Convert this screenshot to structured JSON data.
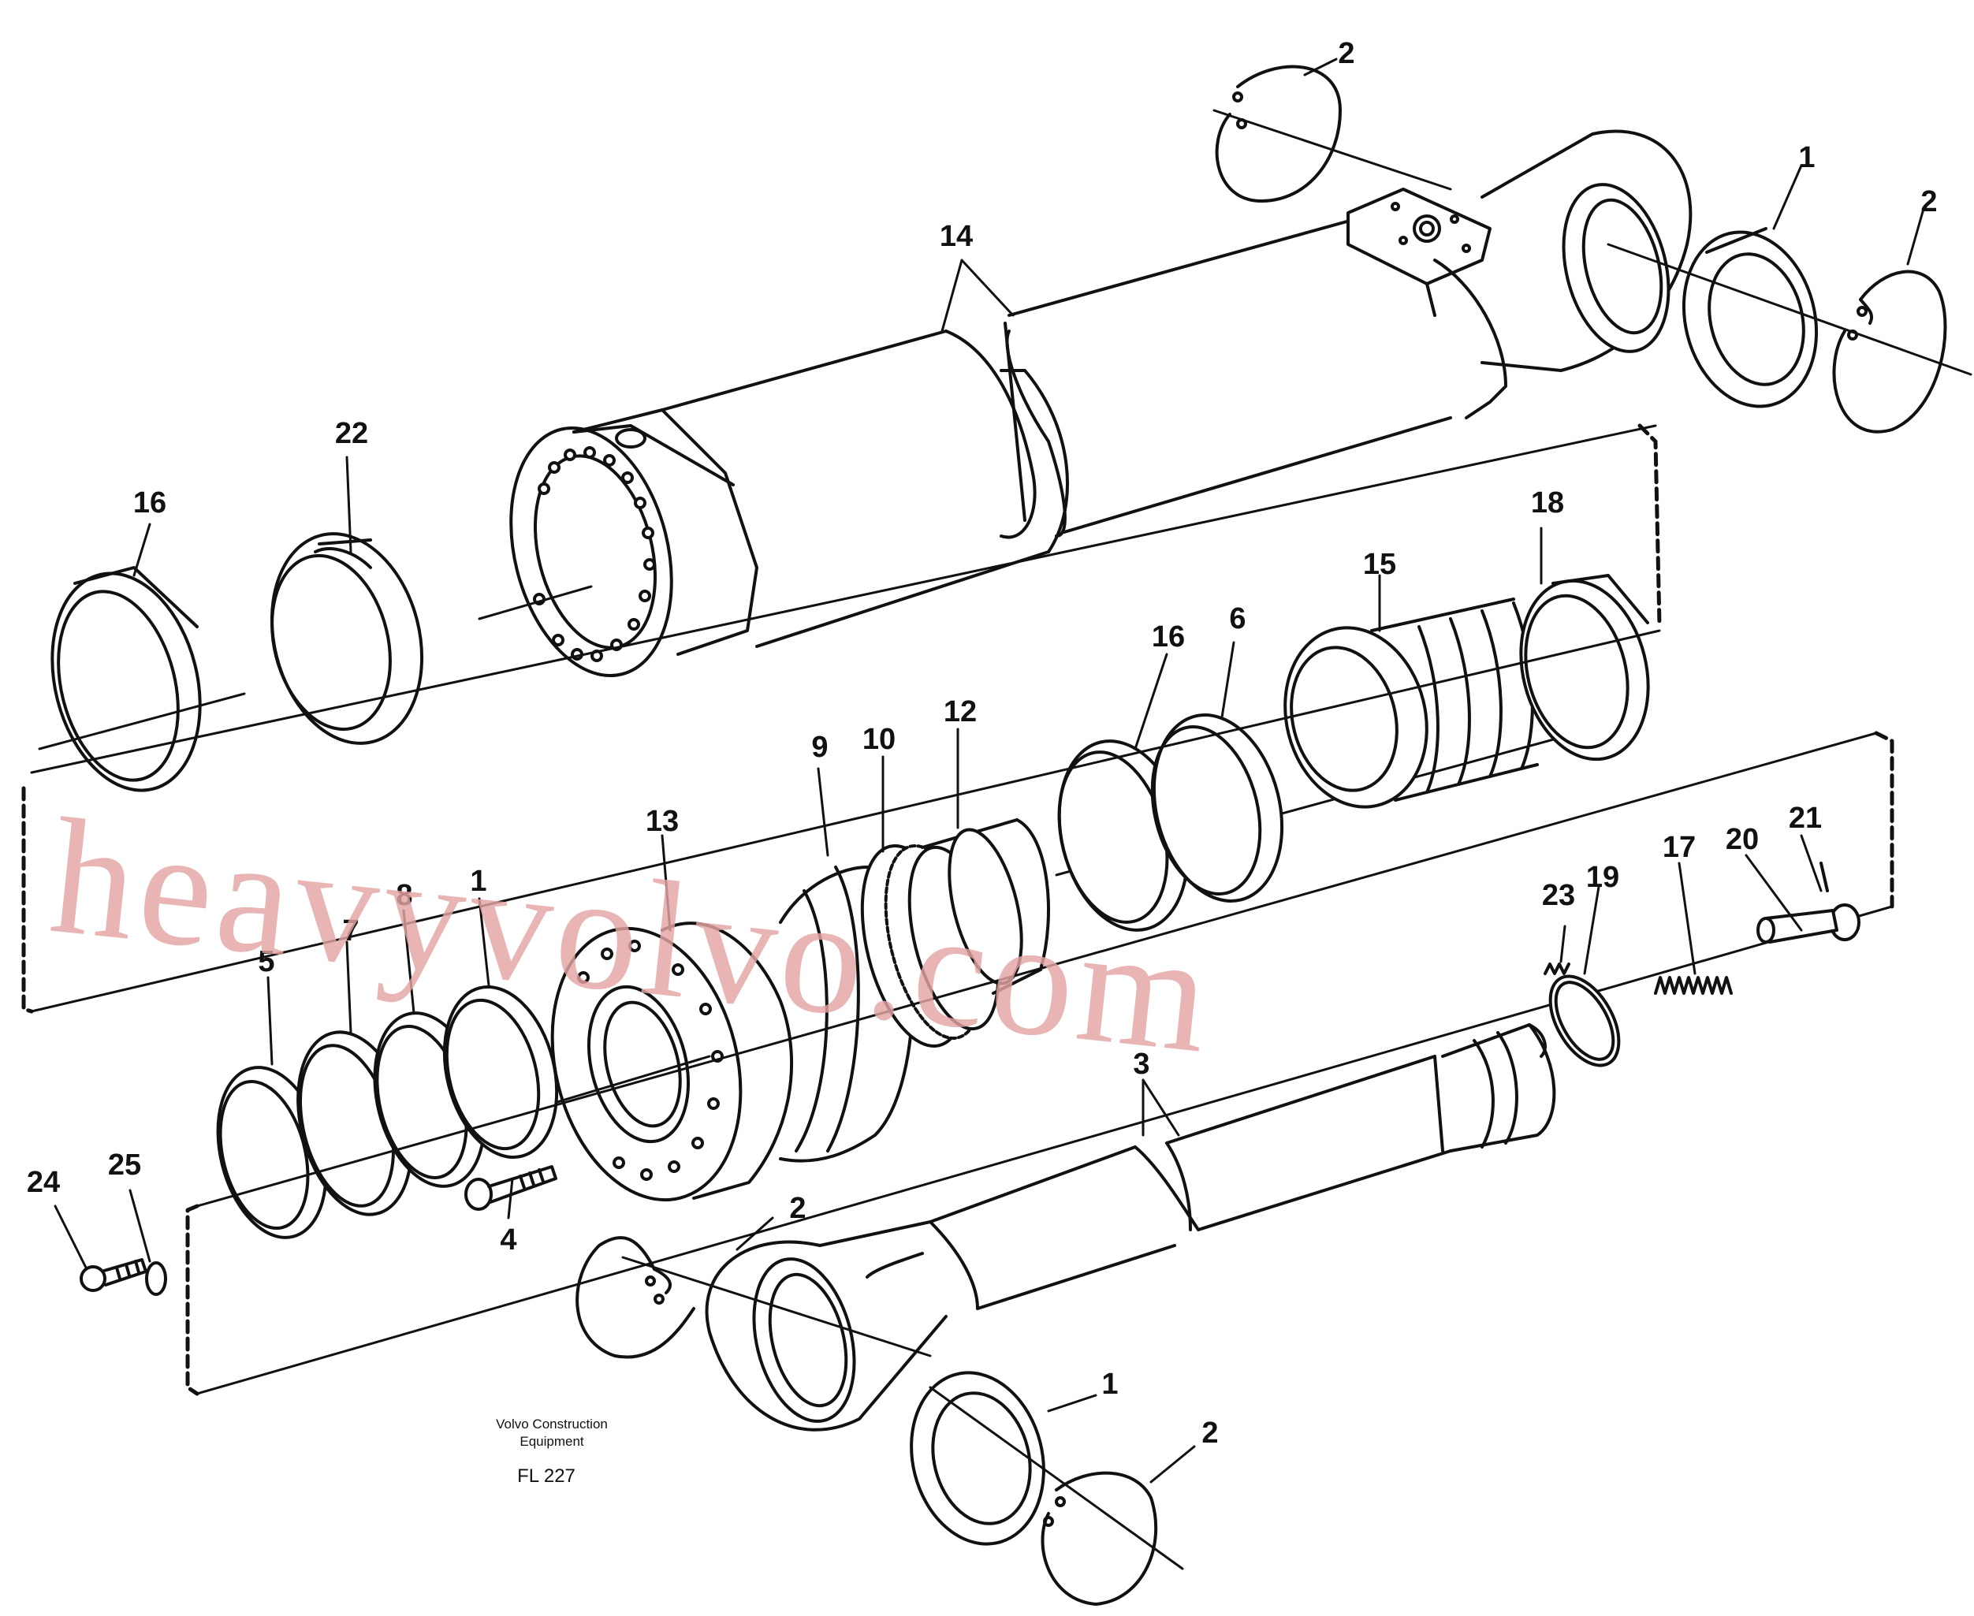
{
  "caption": {
    "line1": "Volvo Construction",
    "line2": "Equipment",
    "figure_id": "FL 227"
  },
  "watermark": "heavyvolvo.com",
  "callouts": [
    {
      "key": "c-2-top",
      "label": "2"
    },
    {
      "key": "c-1-top",
      "label": "1"
    },
    {
      "key": "c-2-topright",
      "label": "2"
    },
    {
      "key": "c-14",
      "label": "14"
    },
    {
      "key": "c-22",
      "label": "22"
    },
    {
      "key": "c-16-left",
      "label": "16"
    },
    {
      "key": "c-18",
      "label": "18"
    },
    {
      "key": "c-15",
      "label": "15"
    },
    {
      "key": "c-16-mid",
      "label": "16"
    },
    {
      "key": "c-6",
      "label": "6"
    },
    {
      "key": "c-12",
      "label": "12"
    },
    {
      "key": "c-10",
      "label": "10"
    },
    {
      "key": "c-9",
      "label": "9"
    },
    {
      "key": "c-13",
      "label": "13"
    },
    {
      "key": "c-1-mid",
      "label": "1"
    },
    {
      "key": "c-8",
      "label": "8"
    },
    {
      "key": "c-7",
      "label": "7"
    },
    {
      "key": "c-5",
      "label": "5"
    },
    {
      "key": "c-21",
      "label": "21"
    },
    {
      "key": "c-20",
      "label": "20"
    },
    {
      "key": "c-17",
      "label": "17"
    },
    {
      "key": "c-19",
      "label": "19"
    },
    {
      "key": "c-23",
      "label": "23"
    },
    {
      "key": "c-3",
      "label": "3"
    },
    {
      "key": "c-4",
      "label": "4"
    },
    {
      "key": "c-24",
      "label": "24"
    },
    {
      "key": "c-25",
      "label": "25"
    },
    {
      "key": "c-2-botleft",
      "label": "2"
    },
    {
      "key": "c-1-bot",
      "label": "1"
    },
    {
      "key": "c-2-bot",
      "label": "2"
    }
  ]
}
